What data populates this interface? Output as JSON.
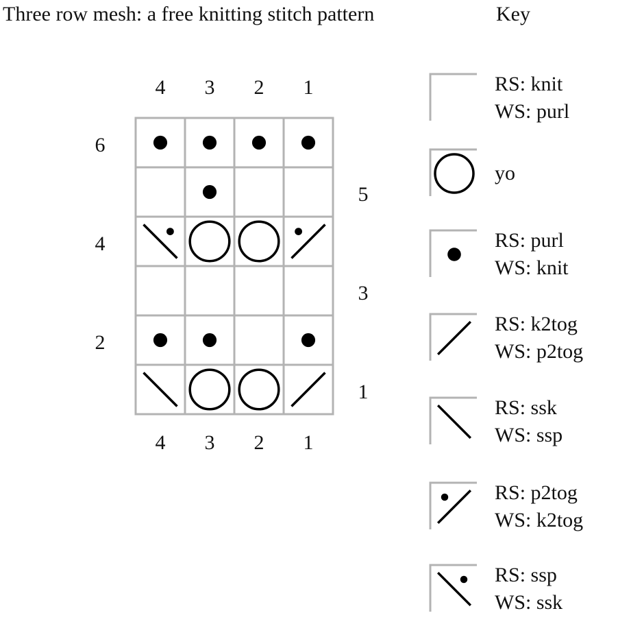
{
  "title": "Three row mesh: a free knitting stitch pattern",
  "key_title": "Key",
  "chart": {
    "col_labels_top": [
      "4",
      "3",
      "2",
      "1"
    ],
    "col_labels_bottom": [
      "4",
      "3",
      "2",
      "1"
    ],
    "row_labels_left": [
      "6",
      "4",
      "2"
    ],
    "row_labels_right": [
      "5",
      "3",
      "1"
    ],
    "rows_top_to_bottom": [
      [
        "purl",
        "purl",
        "purl",
        "purl"
      ],
      [
        "knit",
        "purl",
        "knit",
        "knit"
      ],
      [
        "ssp",
        "yo",
        "yo",
        "p2tog"
      ],
      [
        "knit",
        "knit",
        "knit",
        "knit"
      ],
      [
        "purl",
        "purl",
        "knit",
        "purl"
      ],
      [
        "ssk",
        "yo",
        "yo",
        "k2tog"
      ]
    ]
  },
  "key": [
    {
      "symbol": "knit",
      "lines": [
        "RS: knit",
        "WS: purl"
      ]
    },
    {
      "symbol": "yo",
      "lines": [
        "yo"
      ]
    },
    {
      "symbol": "purl",
      "lines": [
        "RS: purl",
        "WS: knit"
      ]
    },
    {
      "symbol": "k2tog",
      "lines": [
        "RS: k2tog",
        "WS: p2tog"
      ]
    },
    {
      "symbol": "ssk",
      "lines": [
        "RS: ssk",
        "WS: ssp"
      ]
    },
    {
      "symbol": "p2tog",
      "lines": [
        "RS: p2tog",
        "WS: k2tog"
      ]
    },
    {
      "symbol": "ssp",
      "lines": [
        "RS: ssp",
        "WS: ssk"
      ]
    }
  ],
  "colors": {
    "grid": "#b3b3b3",
    "ink": "#000000"
  }
}
